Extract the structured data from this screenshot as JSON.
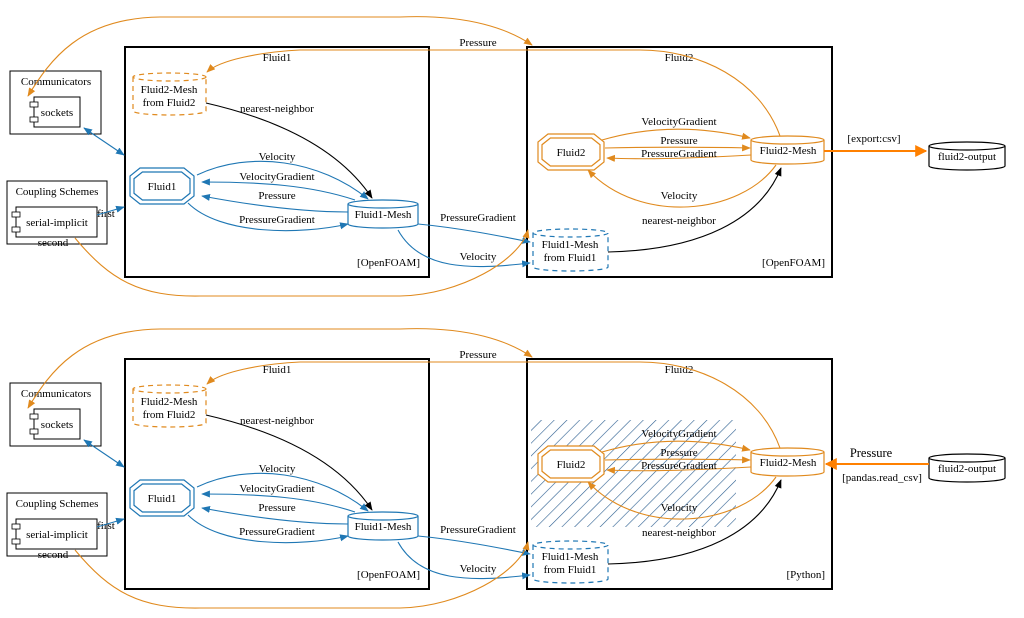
{
  "colors": {
    "fluid1": "#1f77b4",
    "fluid2": "#e08a1e",
    "export": "#ff8000",
    "mapping": "#000000",
    "hatch": "#2a5d8f"
  },
  "panels": [
    {
      "id": "top",
      "communicators": {
        "label": "Communicators",
        "item": "sockets"
      },
      "coupling_schemes": {
        "label": "Coupling Schemes",
        "item": "serial-implicit",
        "first_label": "first",
        "second_label": "second"
      },
      "participant1": {
        "name": "Fluid1",
        "solver": "[OpenFOAM]",
        "node": "Fluid1",
        "mesh": "Fluid1-Mesh",
        "received_mesh": [
          "Fluid2-Mesh",
          "from Fluid2"
        ],
        "mapping_label": "nearest-neighbor",
        "edges": [
          "Velocity",
          "VelocityGradient",
          "Pressure",
          "PressureGradient"
        ]
      },
      "participant2": {
        "name": "Fluid2",
        "solver": "[OpenFOAM]",
        "node": "Fluid2",
        "mesh": "Fluid2-Mesh",
        "received_mesh": [
          "Fluid1-Mesh",
          "from Fluid1"
        ],
        "mapping_label": "nearest-neighbor",
        "edges": [
          "VelocityGradient",
          "Pressure",
          "PressureGradient",
          "Velocity"
        ],
        "hatched": false
      },
      "exchanges": {
        "p1_to_p2": [
          "PressureGradient",
          "Velocity"
        ],
        "p2_to_p1": "Pressure"
      },
      "io": {
        "direction": "export",
        "label": "[export:csv]",
        "data_label": "",
        "store": "fluid2-output"
      }
    },
    {
      "id": "bottom",
      "communicators": {
        "label": "Communicators",
        "item": "sockets"
      },
      "coupling_schemes": {
        "label": "Coupling Schemes",
        "item": "serial-implicit",
        "first_label": "first",
        "second_label": "second"
      },
      "participant1": {
        "name": "Fluid1",
        "solver": "[OpenFOAM]",
        "node": "Fluid1",
        "mesh": "Fluid1-Mesh",
        "received_mesh": [
          "Fluid2-Mesh",
          "from Fluid2"
        ],
        "mapping_label": "nearest-neighbor",
        "edges": [
          "Velocity",
          "VelocityGradient",
          "Pressure",
          "PressureGradient"
        ]
      },
      "participant2": {
        "name": "Fluid2",
        "solver": "[Python]",
        "node": "Fluid2",
        "mesh": "Fluid2-Mesh",
        "received_mesh": [
          "Fluid1-Mesh",
          "from Fluid1"
        ],
        "mapping_label": "nearest-neighbor",
        "edges": [
          "VelocityGradient",
          "Pressure",
          "PressureGradient",
          "Velocity"
        ],
        "hatched": true
      },
      "exchanges": {
        "p1_to_p2": [
          "PressureGradient",
          "Velocity"
        ],
        "p2_to_p1": "Pressure"
      },
      "io": {
        "direction": "import",
        "label": "[pandas.read_csv]",
        "data_label": "Pressure",
        "store": "fluid2-output"
      }
    }
  ]
}
